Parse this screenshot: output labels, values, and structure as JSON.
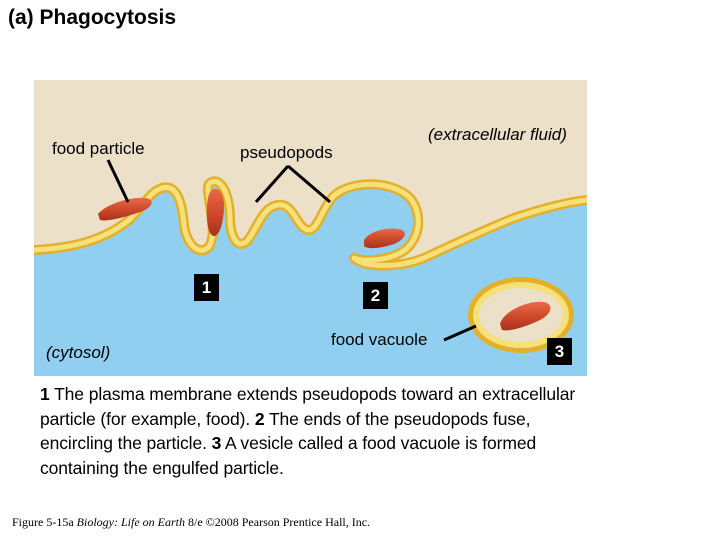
{
  "title": "(a) Phagocytosis",
  "labels": {
    "food_particle": "food particle",
    "pseudopods": "pseudopods",
    "extracellular_fluid": "(extracellular fluid)",
    "cytosol": "(cytosol)",
    "food_vacuole": "food vacuole"
  },
  "steps": [
    "1",
    "2",
    "3"
  ],
  "caption": {
    "step1_num": "1",
    "step1_text": " The plasma membrane extends pseudopods toward an extracellular particle (for example, food). ",
    "step2_num": "2",
    "step2_text": " The ends of the pseudopods fuse, encircling the particle. ",
    "step3_num": "3",
    "step3_text": " A vesicle called a food vacuole is formed containing the engulfed particle."
  },
  "credit": {
    "figure": "Figure 5-15a",
    "book": "Biology: Life on Earth",
    "rest": "8/e ©2008 Pearson Prentice Hall, Inc."
  },
  "colors": {
    "extracellular": "#ece0c8",
    "cytosol": "#90cff0",
    "membrane": "#f2d65a",
    "membrane_edge": "#e3b02a",
    "particle": "#cf4a2c",
    "particle_dark": "#a8321c"
  }
}
